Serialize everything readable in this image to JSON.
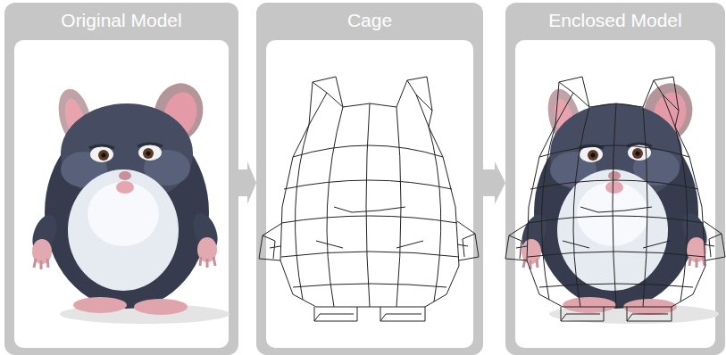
{
  "diagram": {
    "nodes": [
      {
        "text": [
          "Original Model"
        ]
      },
      {
        "text": [
          "Cage"
        ]
      },
      {
        "text": [
          "Enclosed Model"
        ]
      }
    ],
    "edges": [
      {
        "from": 0,
        "to": 1,
        "arrow": "to"
      },
      {
        "from": 1,
        "to": 2,
        "arrow": "to"
      }
    ]
  }
}
